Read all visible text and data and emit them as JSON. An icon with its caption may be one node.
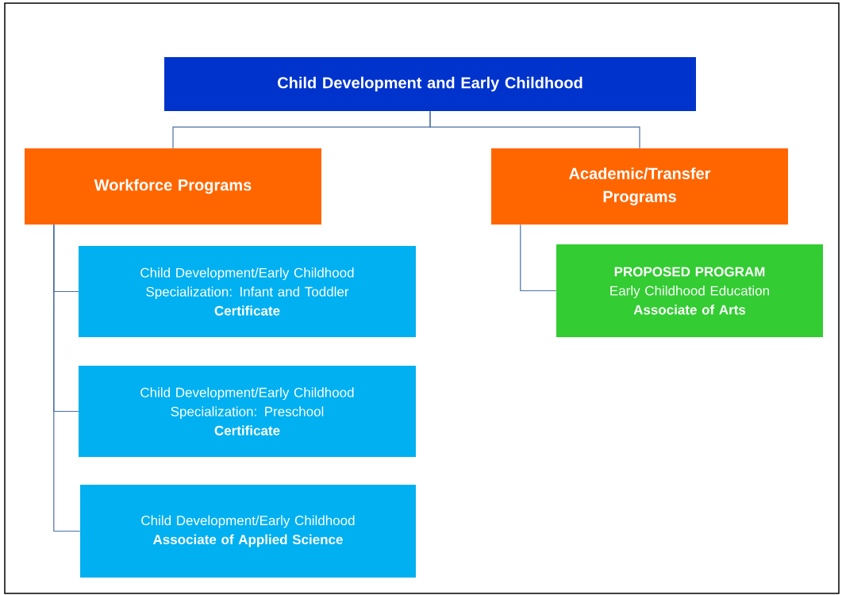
{
  "diagram": {
    "nodes": [
      {
        "text": [
          "Child Development and Early Childhood"
        ]
      },
      {
        "text": [
          "Workforce Programs"
        ]
      },
      {
        "text": [
          "Academic/Transfer Programs"
        ]
      },
      {
        "text": [
          "Child Development/Early Childhood Specialization: Infant and Toddler",
          "Certificate"
        ]
      },
      {
        "text": [
          "Child Development/Early Childhood Specialization: Preschool",
          "Certificate"
        ]
      },
      {
        "text": [
          "Child Development/Early Childhood",
          "Associate of Applied Science"
        ]
      },
      {
        "text": [
          "PROPOSED PROGRAM",
          "Early Childhood Education",
          "Associate of Arts"
        ]
      }
    ],
    "edges": [
      {
        "from": 0,
        "to": 1,
        "arrow": "none"
      },
      {
        "from": 0,
        "to": 2,
        "arrow": "none"
      },
      {
        "from": 1,
        "to": 3,
        "arrow": "none"
      },
      {
        "from": 1,
        "to": 4,
        "arrow": "none"
      },
      {
        "from": 1,
        "to": 5,
        "arrow": "none"
      },
      {
        "from": 2,
        "to": 6,
        "arrow": "none"
      }
    ]
  }
}
